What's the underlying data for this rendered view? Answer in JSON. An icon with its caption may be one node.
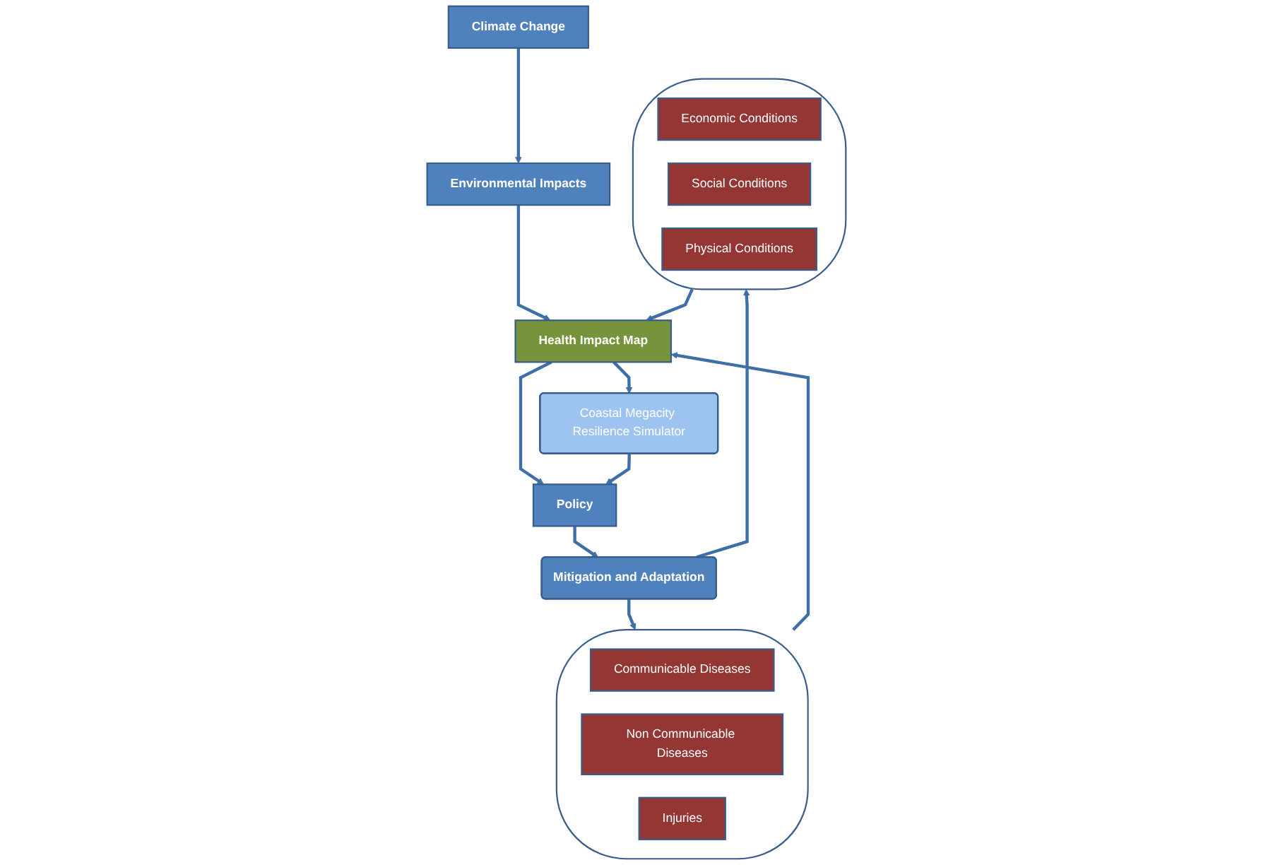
{
  "diagram": {
    "nodes": [
      {
        "text": [
          "Climate Change"
        ]
      },
      {
        "text": [
          "Environmental Impacts"
        ]
      },
      {
        "text": [],
        "shape": "ellipse"
      },
      {
        "text": [
          "Communicable Diseases"
        ],
        "in": 2
      },
      {
        "text": [
          "Non Communicable Diseases"
        ],
        "in": 2
      },
      {
        "text": [
          "Injuries"
        ],
        "in": 2
      },
      {
        "text": [
          "Health Impact Map"
        ]
      },
      {
        "text": [],
        "shape": "ellipse"
      },
      {
        "text": [
          "Economic Conditions"
        ],
        "in": 7
      },
      {
        "text": [
          "Social Conditions"
        ],
        "in": 7
      },
      {
        "text": [
          "Physical Conditions"
        ],
        "in": 7
      },
      {
        "text": [
          "Mitigation and Adaptation"
        ]
      },
      {
        "text": [
          "Coastal Megacity Resilience Simulator"
        ]
      },
      {
        "text": [
          "Policy"
        ]
      }
    ],
    "edges": [
      {
        "from": 0,
        "to": 1,
        "arrow": "to"
      },
      {
        "from": 1,
        "to": 6,
        "arrow": "to"
      },
      {
        "from": 2,
        "to": 6,
        "arrow": "to"
      },
      {
        "from": 7,
        "to": 6,
        "arrow": "to"
      },
      {
        "from": 6,
        "to": 12,
        "arrow": "to"
      },
      {
        "from": 6,
        "to": 13,
        "arrow": "to"
      },
      {
        "from": 12,
        "to": 13,
        "arrow": "to"
      },
      {
        "from": 13,
        "to": 11,
        "arrow": "to"
      },
      {
        "from": 11,
        "to": 7,
        "arrow": "to"
      },
      {
        "from": 11,
        "to": 2,
        "arrow": "to"
      }
    ]
  }
}
